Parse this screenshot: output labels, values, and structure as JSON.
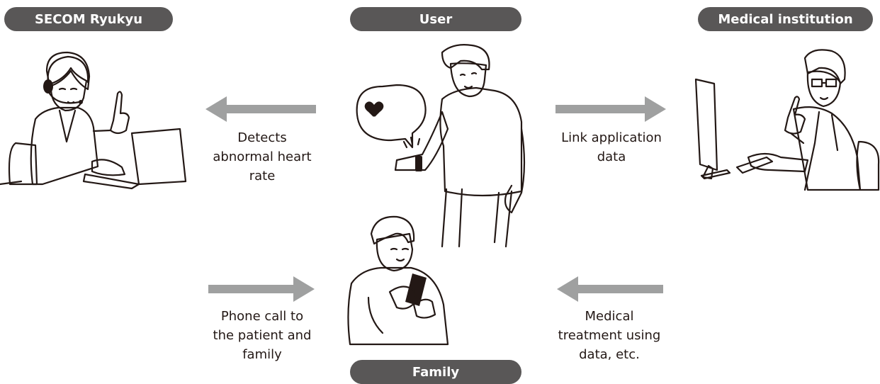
{
  "labels": {
    "secom": "SECOM Ryukyu",
    "user": "User",
    "medical": "Medical institution",
    "family": "Family"
  },
  "captions": {
    "detects": [
      "Detects",
      "abnormal heart",
      "rate"
    ],
    "link": [
      "Link application",
      "data"
    ],
    "phone": [
      "Phone call to",
      "the patient and",
      "family"
    ],
    "treatment": [
      "Medical",
      "treatment using",
      "data, etc."
    ]
  },
  "colors": {
    "pill": "#595757",
    "arrow": "#9fa0a0",
    "user_shirt": "#68a9dc",
    "user_hair": "#68a9dc",
    "operator_hair": "#7fbdc7",
    "doctor_hair": "#8cc76d",
    "family_hair": "#a5c8ec",
    "family_shirt": "#cfe1f5"
  },
  "icons": [
    "headset-icon",
    "laptop-icon",
    "heart-rate-icon",
    "smartwatch-icon",
    "monitor-icon",
    "smartphone-icon"
  ]
}
